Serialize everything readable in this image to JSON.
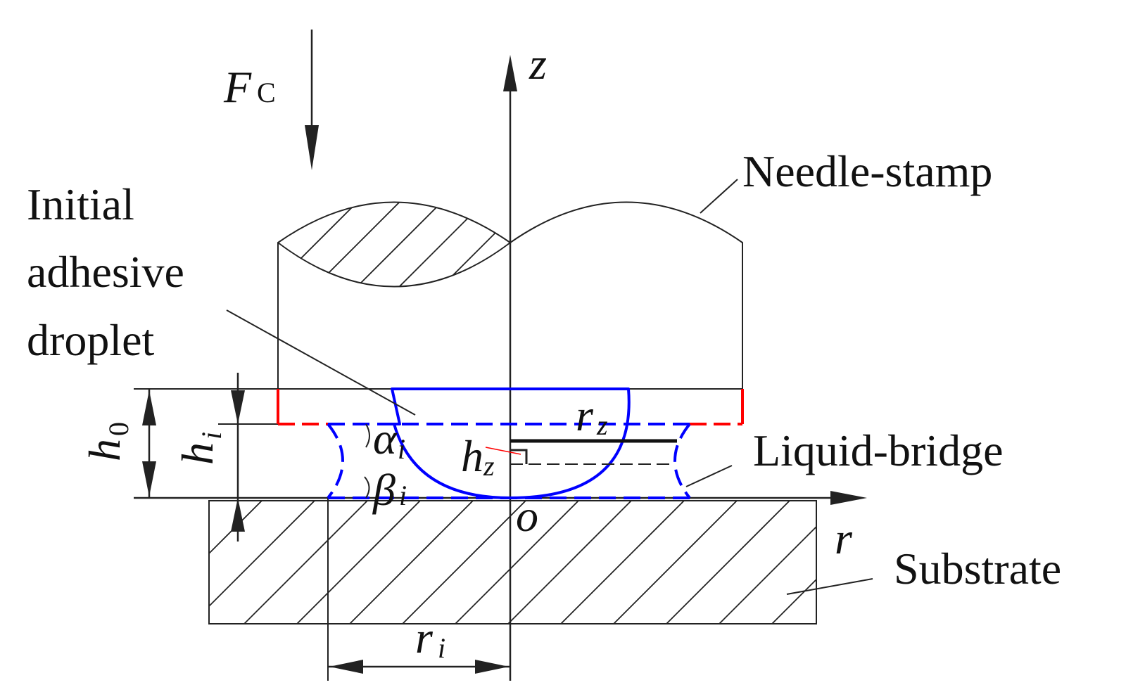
{
  "labels": {
    "force": "F",
    "force_sub": "C",
    "z_axis": "z",
    "r_axis": "r",
    "origin": "o",
    "needle_stamp": "Needle-stamp",
    "initial_line1": "Initial",
    "initial_line2": "adhesive",
    "initial_line3": "droplet",
    "liquid_bridge": "Liquid-bridge",
    "substrate": "Substrate",
    "h0": "h",
    "h0_sub": "0",
    "hi": "h",
    "hi_sub": "i",
    "alpha": "α",
    "alpha_sub": "i",
    "beta": "β",
    "beta_sub": "i",
    "rz": "r",
    "rz_sub": "z",
    "hz": "h",
    "hz_sub": "z",
    "ri": "r",
    "ri_sub": "i"
  },
  "colors": {
    "stamp_interface": "#ff0000",
    "droplet": "#0000ff",
    "lines": "#222222"
  }
}
